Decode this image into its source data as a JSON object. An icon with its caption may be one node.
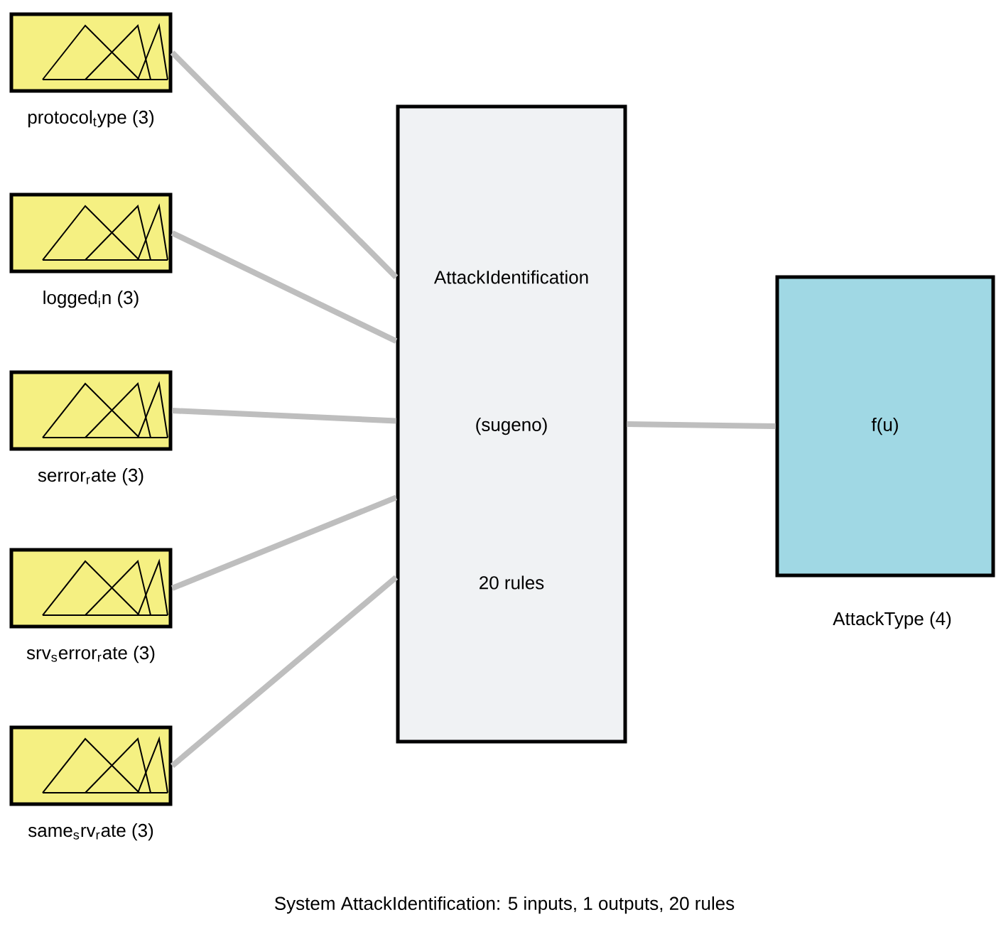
{
  "diagram": {
    "caption": "System AttackIdentification: 5 inputs, 1 outputs, 20 rules",
    "nodes": [
      {
        "text": [
          "protocol$_{t}$ype (3)"
        ]
      },
      {
        "text": [
          "logged$_{i}$n (3)"
        ]
      },
      {
        "text": [
          "serror$_{r}$ate (3)"
        ]
      },
      {
        "text": [
          "srv$_{s}$error$_{r}$ate (3)"
        ]
      },
      {
        "text": [
          "same$_{s}$rv$_{r}$ate (3)"
        ]
      },
      {
        "text": [
          "AttackIdentification",
          "(sugeno)",
          "20 rules"
        ]
      },
      {
        "text": [
          "f(u)",
          "AttackType (4)"
        ]
      }
    ],
    "edges": [
      {
        "from": 0,
        "to": 5,
        "arrow": "none"
      },
      {
        "from": 1,
        "to": 5,
        "arrow": "none"
      },
      {
        "from": 2,
        "to": 5,
        "arrow": "none"
      },
      {
        "from": 3,
        "to": 5,
        "arrow": "none"
      },
      {
        "from": 4,
        "to": 5,
        "arrow": "none"
      },
      {
        "from": 5,
        "to": 6,
        "arrow": "none"
      }
    ]
  }
}
